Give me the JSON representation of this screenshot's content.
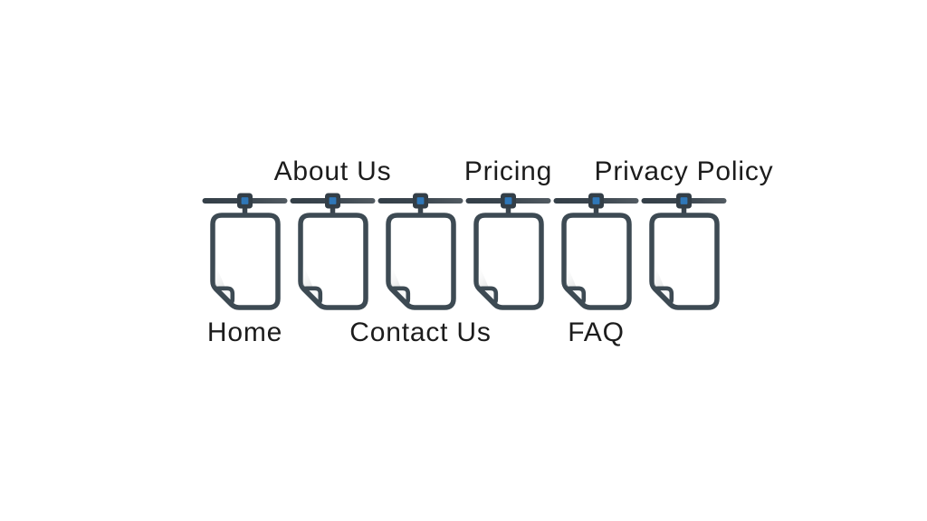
{
  "diagram": {
    "type": "sitemap",
    "items": [
      {
        "label": "Home",
        "label_position": "bottom"
      },
      {
        "label": "About Us",
        "label_position": "top"
      },
      {
        "label": "Contact Us",
        "label_position": "bottom"
      },
      {
        "label": "Pricing",
        "label_position": "top"
      },
      {
        "label": "FAQ",
        "label_position": "bottom"
      },
      {
        "label": "Privacy Policy",
        "label_position": "top"
      }
    ],
    "icons": {
      "node_icon": "hanging-page-icon",
      "clip_icon": "clip-square-icon"
    },
    "colors": {
      "outline": "#3d4a53",
      "connector_bar": "#39444d",
      "clip_accent_blue": "#2f77b8",
      "page_fill": "#ffffff",
      "label_text": "#1c1c1c",
      "background": "#ffffff"
    }
  }
}
